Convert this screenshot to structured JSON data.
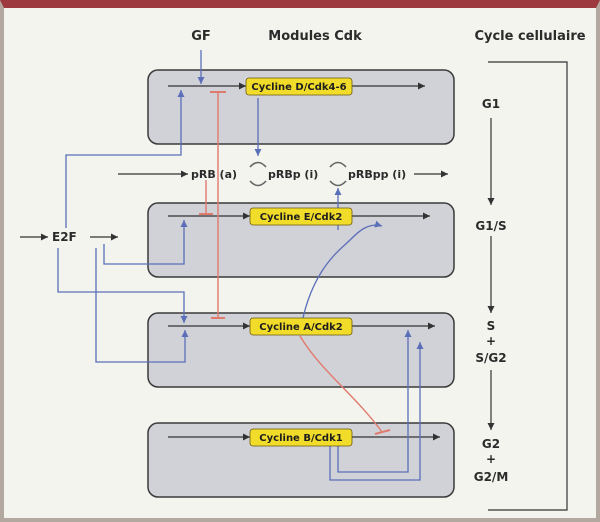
{
  "headers": {
    "gf": "GF",
    "modules": "Modules Cdk",
    "cycle": "Cycle cellulaire"
  },
  "modules": [
    {
      "label": "Cycline D/Cdk4-6"
    },
    {
      "label": "Cycline E/Cdk2"
    },
    {
      "label": "Cycline A/Cdk2"
    },
    {
      "label": "Cycline B/Cdk1"
    }
  ],
  "prb": {
    "a": "pRB (a)",
    "p": "pRBp (i)",
    "pp": "pRBpp (i)"
  },
  "e2f": "E2F",
  "phases": {
    "g1": "G1",
    "g1s": "G1/S",
    "s": "S",
    "s_plus": "+",
    "sg2": "S/G2",
    "g2": "G2",
    "g2_plus": "+",
    "g2m": "G2/M"
  },
  "colors": {
    "module_box": "#d1d1d8",
    "module_label_bg": "#f2dc2a",
    "blue_arrow": "#5b6fb8",
    "red_inhibition": "#e07a6c",
    "frame_top": "#9c3a40"
  }
}
